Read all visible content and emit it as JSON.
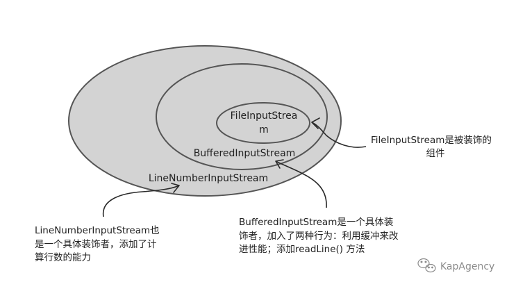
{
  "nodes": {
    "outer": {
      "label": "LineNumberInputStream"
    },
    "middle": {
      "label": "BufferedInputStream"
    },
    "inner": {
      "label_lines": [
        "FileInputStrea",
        "m"
      ]
    }
  },
  "annotations": {
    "file": [
      "FileInputStream是被装饰的",
      "组件"
    ],
    "buffered": [
      "BufferedInputStream是一个具体装",
      "饰者，加入了两种行为：利用缓冲来改",
      "进性能；添加readLine() 方法"
    ],
    "line_number": [
      "LineNumberInputStream也",
      "是一个具体装饰者，添加了计",
      "算行数的能力"
    ]
  },
  "watermark": {
    "text": "KapAgency",
    "icon": "wechat-icon"
  },
  "colors": {
    "ellipse_fill": "#d3d3d3",
    "ellipse_stroke": "#555555",
    "text": "#222222",
    "watermark": "#8a8a8a"
  }
}
